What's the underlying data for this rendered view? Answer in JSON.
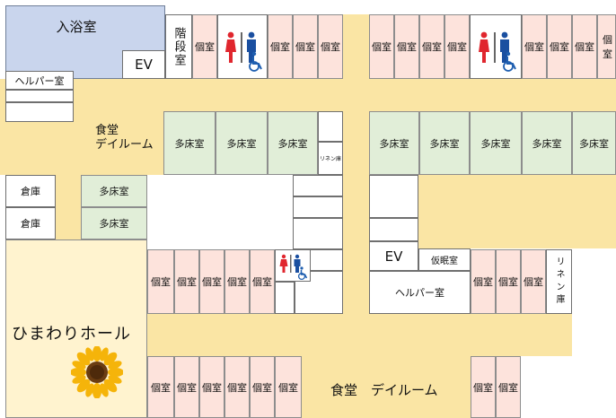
{
  "labels": {
    "bath": "入浴室",
    "ev": "EV",
    "stairs": "階段室",
    "helper": "ヘルパー室",
    "dining": "食堂",
    "dayroom": "デイルーム",
    "storage": "倉庫",
    "shared": "多床室",
    "private": "個室",
    "linen": "リネン庫",
    "nap": "仮眠室",
    "hall": "ひまわりホール",
    "dining_day": "食堂　デイルーム"
  },
  "colors": {
    "corridor": "#fae5a4",
    "bath": "#c9d5ed",
    "private_room": "#fde3dc",
    "shared_room": "#e1eed8",
    "hall": "#fff3cf",
    "male_icon": "#1a4fa0",
    "female_icon": "#e0262e",
    "accessible_icon": "#1f5fb0",
    "sunflower_petal": "#f5b40a",
    "sunflower_center": "#6b3d12"
  },
  "icons": [
    "restroom-icon",
    "wheelchair-icon",
    "sunflower-icon"
  ]
}
